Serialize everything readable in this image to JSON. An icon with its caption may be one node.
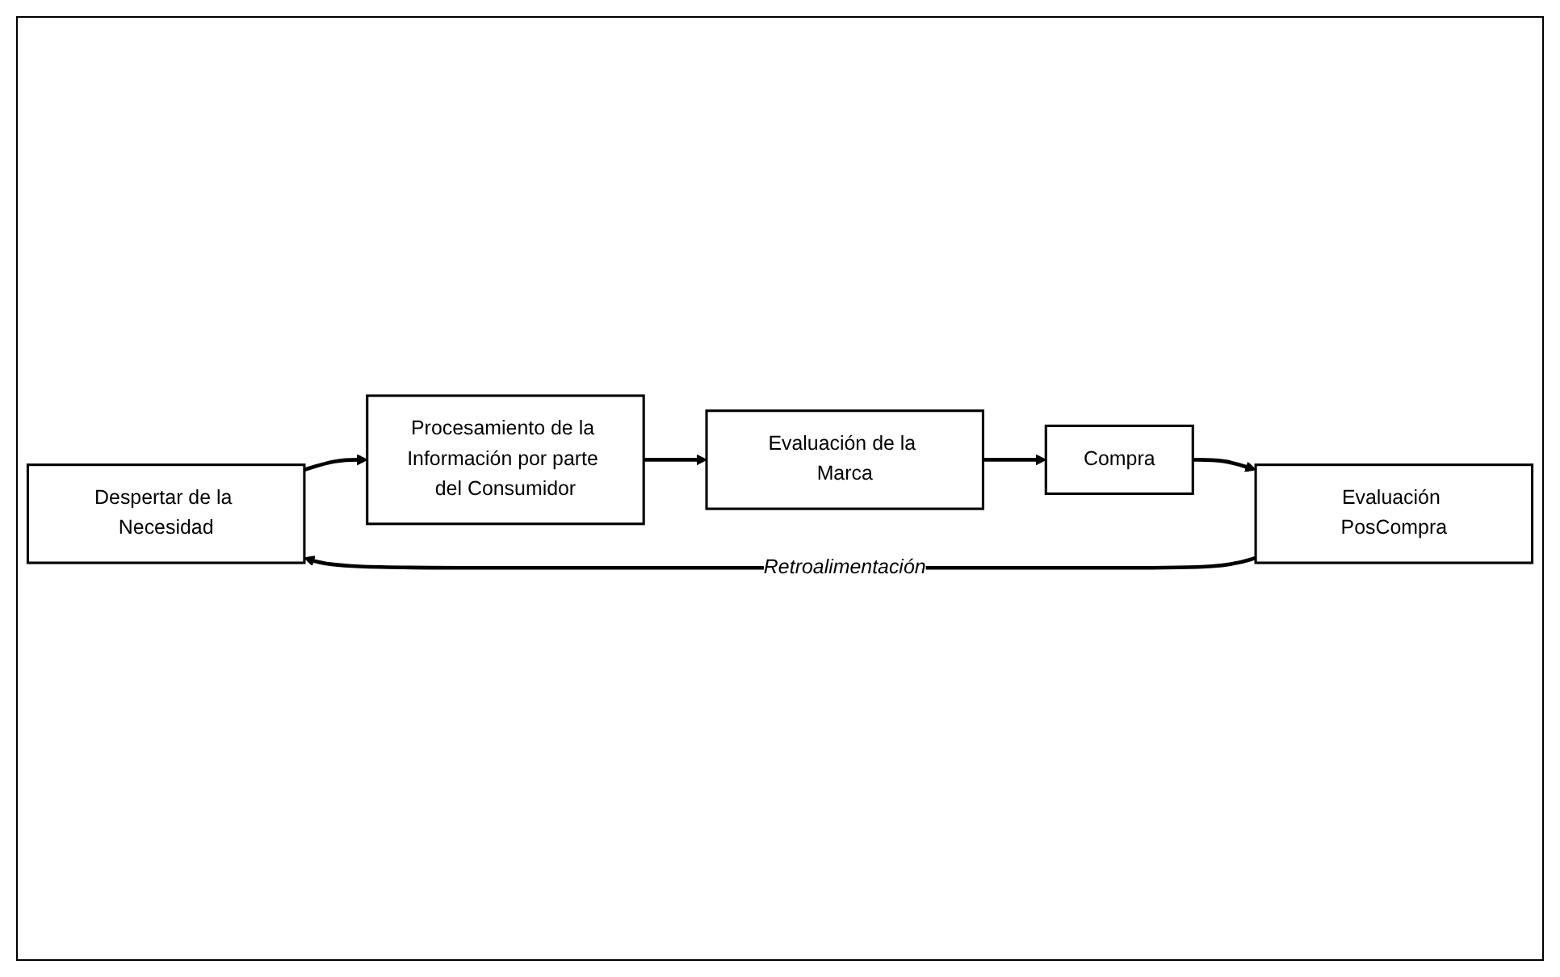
{
  "diagram": {
    "nodes": [
      {
        "text": [
          "Despertar de la Necesidad"
        ]
      },
      {
        "text": [
          "Procesamiento de la Información por parte del Consumidor"
        ]
      },
      {
        "text": [
          "Evaluación de la Marca"
        ]
      },
      {
        "text": [
          "Compra"
        ]
      },
      {
        "text": [
          "Evaluación PosCompra"
        ]
      }
    ],
    "edges": [
      {
        "from": 0,
        "to": 1,
        "arrow": "to"
      },
      {
        "from": 1,
        "to": 2,
        "arrow": "to"
      },
      {
        "from": 2,
        "to": 3,
        "arrow": "to"
      },
      {
        "from": 3,
        "to": 4,
        "arrow": "to"
      },
      {
        "from": 4,
        "to": 0,
        "arrow": "to",
        "label": "Retroalimentación"
      }
    ]
  }
}
